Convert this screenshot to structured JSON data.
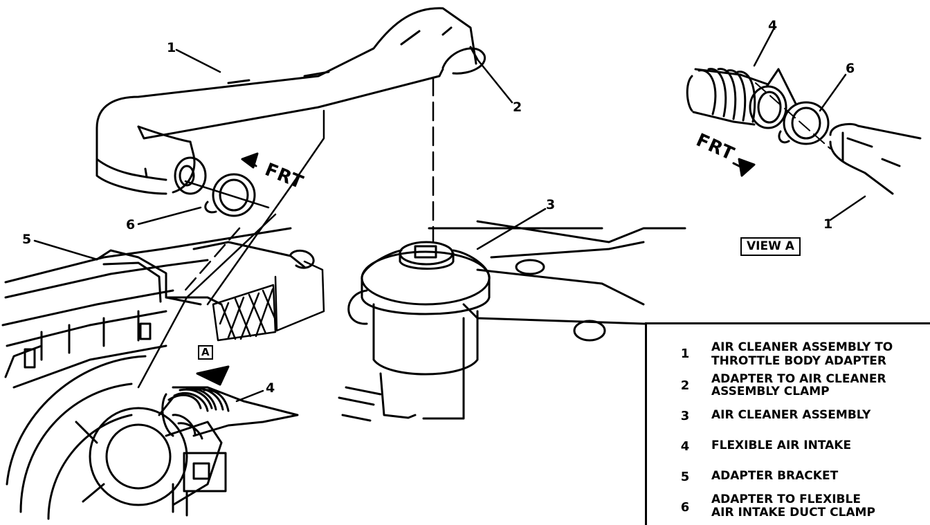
{
  "diagram": {
    "callouts": [
      "1",
      "2",
      "3",
      "4",
      "5",
      "6"
    ],
    "view_a_callouts": [
      "4",
      "6",
      "1"
    ],
    "frt_label": "FRT",
    "view_a_label": "VIEW A",
    "view_ref_label": "A"
  },
  "legend": {
    "items": [
      {
        "num": "1",
        "text_lines": [
          "AIR CLEANER ASSEMBLY TO",
          "THROTTLE BODY ADAPTER"
        ]
      },
      {
        "num": "2",
        "text_lines": [
          "ADAPTER TO AIR CLEANER",
          "ASSEMBLY CLAMP"
        ]
      },
      {
        "num": "3",
        "text_lines": [
          "AIR CLEANER ASSEMBLY"
        ]
      },
      {
        "num": "4",
        "text_lines": [
          "FLEXIBLE AIR INTAKE"
        ]
      },
      {
        "num": "5",
        "text_lines": [
          "ADAPTER BRACKET"
        ]
      },
      {
        "num": "6",
        "text_lines": [
          "ADAPTER TO FLEXIBLE",
          "AIR INTAKE DUCT CLAMP"
        ]
      }
    ]
  }
}
